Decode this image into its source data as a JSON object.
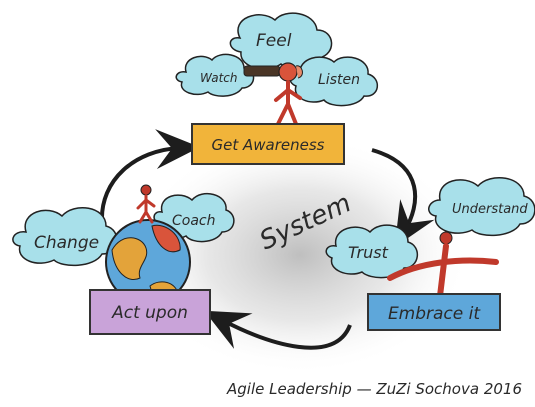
{
  "cycle": {
    "center": "System",
    "stages": {
      "awareness": {
        "label": "Get Awareness",
        "color": "#f1b43a",
        "actions": [
          "Feel",
          "Watch",
          "Listen"
        ]
      },
      "embrace": {
        "label": "Embrace it",
        "color": "#5ea7da",
        "actions": [
          "Understand",
          "Trust"
        ]
      },
      "act": {
        "label": "Act upon",
        "color": "#c9a3d9",
        "actions": [
          "Change",
          "Coach"
        ]
      }
    },
    "cloud_color": "#a8e0ea"
  },
  "credit": "Agile Leadership — ZuZi Sochova 2016"
}
